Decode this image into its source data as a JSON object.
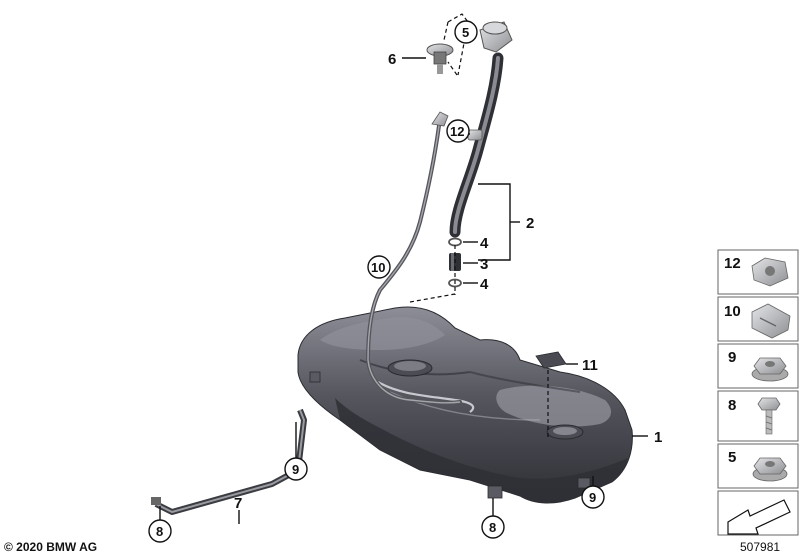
{
  "callouts": {
    "tank": "1",
    "filler_pipe": "2",
    "hose": "3",
    "clamp_upper": "4",
    "clamp_lower": "4",
    "neck_top": "5",
    "valve": "6",
    "strap": "7",
    "nut_left": "8",
    "nut_bottom": "8",
    "bolt_strap": "9",
    "bolt_tank": "9",
    "vent_line": "10",
    "pad": "11",
    "clip": "12"
  },
  "parts_panel": [
    "12",
    "10",
    "9",
    "8",
    "5"
  ],
  "copyright": "© 2020 BMW AG",
  "diagram_number": "507981",
  "colors": {
    "tank_dark": "#3f4047",
    "tank_mid": "#6a6b74",
    "tank_light": "#a9aab2",
    "pipe": "#55565c",
    "hardware": "#b9babd"
  }
}
